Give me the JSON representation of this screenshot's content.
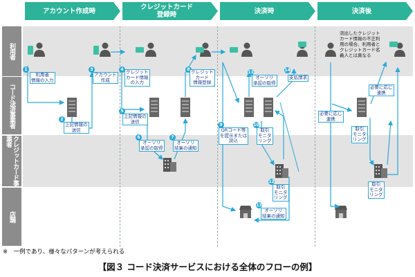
{
  "phases": [
    "アカウント作成時",
    "クレジットカード\n登録時",
    "決済時",
    "決済後"
  ],
  "lanes": [
    "利用者",
    "コード決済事業者",
    "クレジットカード事業者",
    "店舗"
  ],
  "steps": [
    {
      "num": "1",
      "text": "利用者\n情報の入力"
    },
    {
      "num": "2",
      "text": "上記情報の\n送信"
    },
    {
      "num": "3",
      "text": "アカウント\n作成"
    },
    {
      "num": "4",
      "text": "クレジット\nカード情報\nの入力"
    },
    {
      "num": "5",
      "text": "上記情報の\n送信"
    },
    {
      "num": "6",
      "text": "オーソリ\n承認の取得"
    },
    {
      "num": "7",
      "text": "オーソリ\n結果の通知"
    },
    {
      "num": "8",
      "text": "クレジット\nカード\n情報登録"
    },
    {
      "num": "9",
      "text": "QRコード等\nを提示または\n読込"
    },
    {
      "num": "10",
      "text": "取引\nモニタ\nリング"
    },
    {
      "num": "11",
      "text": "オーソリ\n承認の取得"
    },
    {
      "num": "12",
      "text": "取引\nモニタ\nリング"
    },
    {
      "num": "13",
      "text": "オーソリ\n結果の通知"
    },
    {
      "num": "14",
      "text": "支払請求"
    }
  ],
  "after_labels": [
    "流出したクレジット\nカード情報の不正利\n用の場合、利用者と\nクレジットカード名\n義人とは異なる",
    "必要に応じ\n連携",
    "必要に応じ\n連携",
    "取引\nモニタ\nリング",
    "取引\nモニタ\nリング"
  ],
  "note_mark": "※",
  "footnote": "※　一例であり、様々なパターンが考えられる",
  "caption": "【図３ コード決済サービスにおける全体のフローの例】",
  "colors": {
    "phase": "#2db39a",
    "arrow": "#2aa8d8",
    "lane_label": "#8c8c8c",
    "band": "#e3e3e3"
  },
  "icons": [
    "person-icon",
    "phone-icon",
    "card-icon",
    "server-icon",
    "building-icon",
    "shop-icon"
  ]
}
